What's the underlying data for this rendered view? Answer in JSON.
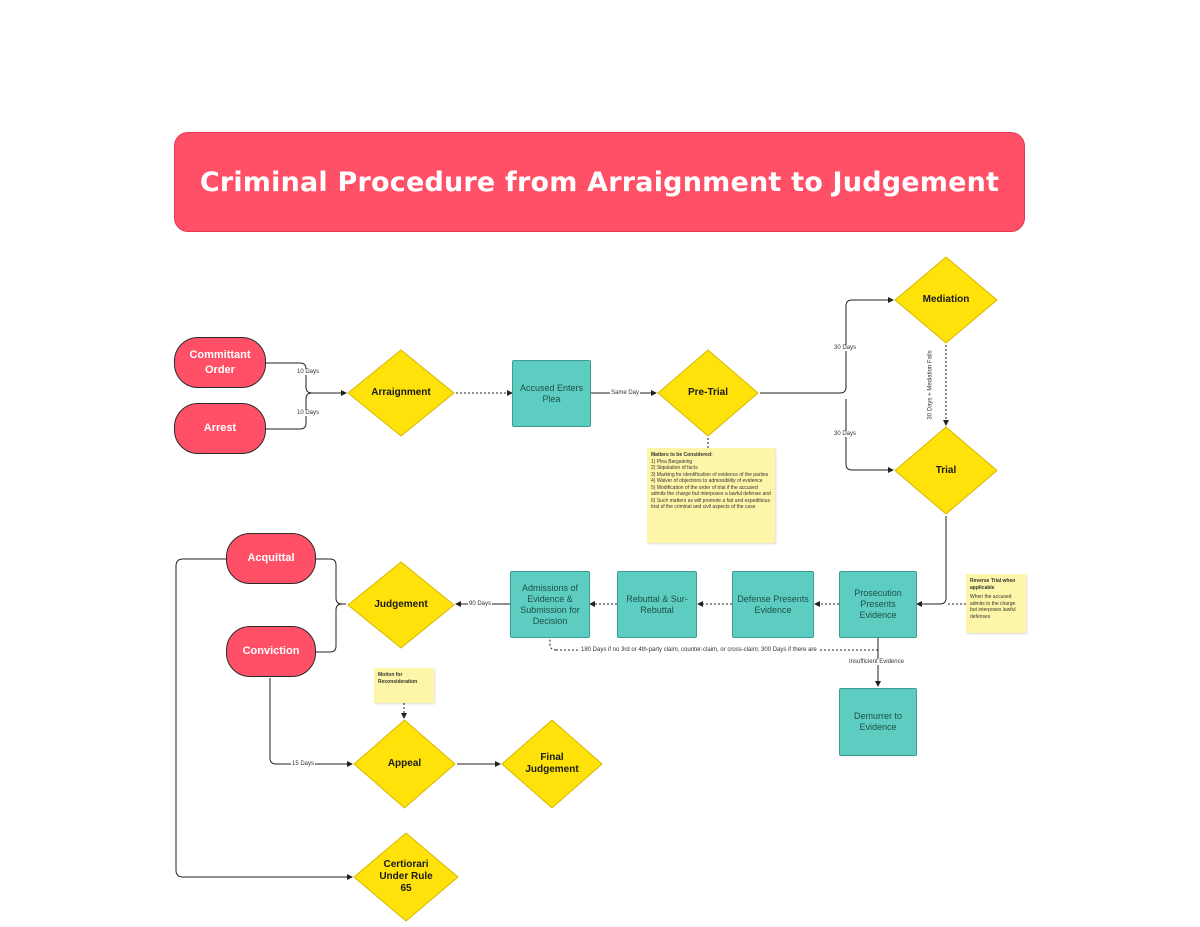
{
  "title": "Criminal Procedure from Arraignment to Judgement",
  "colors": {
    "pill": "#ff5068",
    "diamond": "#ffe20a",
    "box": "#5ccdc0",
    "note": "#fdf6a8"
  },
  "nodes": {
    "committant_order": "Committant\nOrder",
    "arrest": "Arrest",
    "arraignment": "Arraignment",
    "accused_enters_plea": "Accused Enters\nPlea",
    "pre_trial": "Pre-Trial",
    "mediation": "Mediation",
    "trial": "Trial",
    "acquittal": "Acquittal",
    "conviction": "Conviction",
    "judgement": "Judgement",
    "admissions": "Admissions of\nEvidence &\nSubmission for\nDecision",
    "rebuttal": "Rebuttal & Sur-\nRebuttal",
    "defense_presents": "Defense Presents\nEvidence",
    "prosecution_presents": "Prosecution\nPresents Evidence",
    "demurrer": "Demurrer to\nEvidence",
    "appeal": "Appeal",
    "final_judgement": "Final\nJudgement",
    "certiorari": "Certiorari\nUnder Rule\n65"
  },
  "edge_labels": {
    "committant_days": "10 Days",
    "arrest_days": "10 Days",
    "same_day": "Same Day",
    "mediation_days": "30 Days",
    "trial_days": "30 Days",
    "mediation_fails": "30 Days + Mediation Fails",
    "judgement_days": "90 Days",
    "long_period": "180 Days if no 3rd or 4th-party claim, counter-claim, or cross-claim; 300 Days if there are",
    "insufficient": "Insufficient Evidence",
    "appeal_days": "15 Days"
  },
  "notes": {
    "pretrial": {
      "title": "Matters to be Considered:",
      "items": [
        "1) Plea Bargaining",
        "2) Stipulation of facts",
        "3) Marking for identification of evidence of the parties",
        "4) Waiver of objections to admissibility of evidence",
        "5) Modification of the order of trial if the accused admits the charge but interposes a lawful defense and",
        "6) Such matters as will promote a fair and expeditious trial of the criminal and civil aspects of the case"
      ]
    },
    "reverse_trial": {
      "title": "Reverse Trial when applicable",
      "body": "When the accused admits to the charge but interposes lawful defenses"
    },
    "motion": {
      "title": "Motion for Reconsideration"
    }
  }
}
